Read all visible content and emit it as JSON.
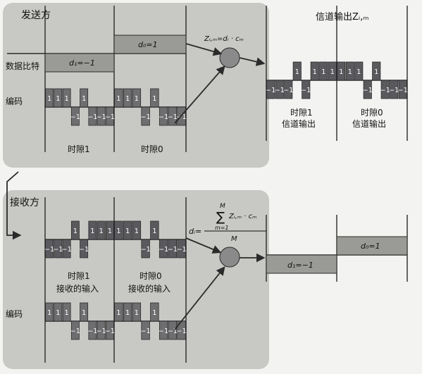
{
  "sender": {
    "title": "发送方",
    "data_bits_label": "数据比特",
    "code_label": "编码",
    "slot1": "时隙1",
    "slot0": "时隙0",
    "bit1": "d₁=−1",
    "bit0": "d₀=1",
    "formula": "Zᵢ,ₘ=dᵢ · cₘ"
  },
  "channel": {
    "title": "信道输出Zᵢ,ₘ",
    "slot1_line1": "时隙1",
    "slot1_line2": "信道输出",
    "slot0_line1": "时隙0",
    "slot0_line2": "信道输出"
  },
  "receiver": {
    "title": "接收方",
    "code_label": "编码",
    "slot1_line1": "时隙1",
    "slot1_line2": "接收的输入",
    "slot0_line1": "时隙0",
    "slot0_line2": "接收的输入",
    "formula_lhs": "dᵢ=",
    "formula_sum_top": "M",
    "formula_sum_bottom": "m=1",
    "formula_terms": "Zᵢ,ₘ · cₘ",
    "formula_denominator": "M",
    "out_bit1": "d₁=−1",
    "out_bit0": "d₀=1"
  },
  "chips": {
    "code": [
      "1",
      "1",
      "1",
      "−1",
      "1",
      "−1",
      "−1",
      "−1"
    ],
    "channel_slot1": [
      "−1",
      "−1",
      "−1",
      "1",
      "−1",
      "1",
      "1",
      "1"
    ],
    "channel_slot0": [
      "1",
      "1",
      "1",
      "−1",
      "1",
      "−1",
      "−1",
      "−1"
    ]
  },
  "colors": {
    "panel": "#c8c8c4",
    "chip": "#6e6e70",
    "chip_channel": "#5a5a5e",
    "bar": "#9a9a96",
    "line": "#2a2a2a",
    "circle": "#8a8a8a"
  }
}
